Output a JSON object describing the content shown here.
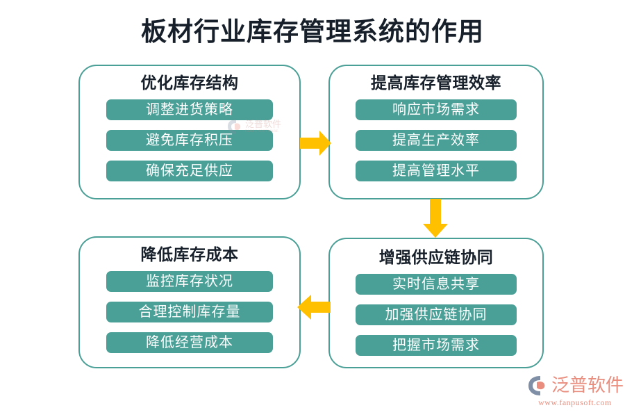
{
  "title": "板材行业库存管理系统的作用",
  "colors": {
    "pill_teal": "#4a9f96",
    "panel_border": "#4a9f96",
    "arrow_amber": "#FFC000",
    "title_text": "#17202a",
    "brand_coral": "#e98e7e"
  },
  "panels": {
    "top_left": {
      "heading": "优化库存结构",
      "items": [
        "调整进货策略",
        "避免库存积压",
        "确保充足供应"
      ]
    },
    "top_right": {
      "heading": "提高库存管理效率",
      "items": [
        "响应市场需求",
        "提高生产效率",
        "提高管理水平"
      ]
    },
    "bottom_left": {
      "heading": "降低库存成本",
      "items": [
        "监控库存状况",
        "合理控制库存量",
        "降低经营成本"
      ]
    },
    "bottom_right": {
      "heading": "增强供应链协同",
      "items": [
        "实时信息共享",
        "加强供应链协同",
        "把握市场需求"
      ]
    }
  },
  "arrows": [
    {
      "name": "arrow-right-icon",
      "direction": "right",
      "from": "top_left",
      "to": "top_right"
    },
    {
      "name": "arrow-down-icon",
      "direction": "down",
      "from": "top_right",
      "to": "bottom_right"
    },
    {
      "name": "arrow-left-icon",
      "direction": "left",
      "from": "bottom_right",
      "to": "bottom_left"
    }
  ],
  "watermark": {
    "name": "泛普软件",
    "subtitle": "FANPU SOFTWARE"
  },
  "brand": {
    "name": "泛普软件",
    "url": "www.fanpusoft.com"
  }
}
